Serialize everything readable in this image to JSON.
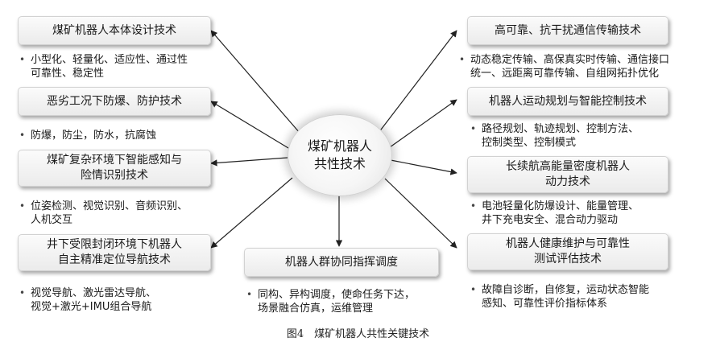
{
  "center": {
    "line1": "煤矿机器人",
    "line2": "共性技术"
  },
  "nodes": [
    {
      "lines": [
        "煤矿机器人本体设计技术"
      ],
      "desc": [
        "小型化、轻量化、适应性、通过性",
        "可靠性、稳定性"
      ]
    },
    {
      "lines": [
        "恶劣工况下防爆、防护技术"
      ],
      "desc": [
        "防爆，防尘，防水，抗腐蚀"
      ]
    },
    {
      "lines": [
        "煤矿复杂环境下智能感知与",
        "险情识别技术"
      ],
      "desc": [
        "位姿检测、视觉识别、音频识别、",
        "人机交互"
      ]
    },
    {
      "lines": [
        "井下受限封闭环境下机器人",
        "自主精准定位导航技术"
      ],
      "desc": [
        "视觉导航、激光雷达导航、",
        "视觉+激光+IMU组合导航"
      ]
    },
    {
      "lines": [
        "机器人群协同指挥调度"
      ],
      "desc": [
        "同构、异构调度，使命任务下达，",
        "场景融合仿真，运维管理"
      ]
    },
    {
      "lines": [
        "高可靠、抗干扰通信传输技术"
      ],
      "desc": [
        "动态稳定传输、高保真实时传输、通信接口",
        "统一、远距离可靠传输、自组网拓扑优化"
      ]
    },
    {
      "lines": [
        "机器人运动规划与智能控制技术"
      ],
      "desc": [
        "路径规划、轨迹规划、控制方法、",
        "控制类型、控制模式"
      ]
    },
    {
      "lines": [
        "长续航高能量密度机器人",
        "动力技术"
      ],
      "desc": [
        "电池轻量化防爆设计、能量管理、",
        "井下充电安全、混合动力驱动"
      ]
    },
    {
      "lines": [
        "机器人健康维护与可靠性",
        "测试评估技术"
      ],
      "desc": [
        "故障自诊断，自修复，运动状态智能",
        "感知、可靠性评价指标体系"
      ]
    }
  ],
  "caption": "图4　煤矿机器人共性关键技术"
}
